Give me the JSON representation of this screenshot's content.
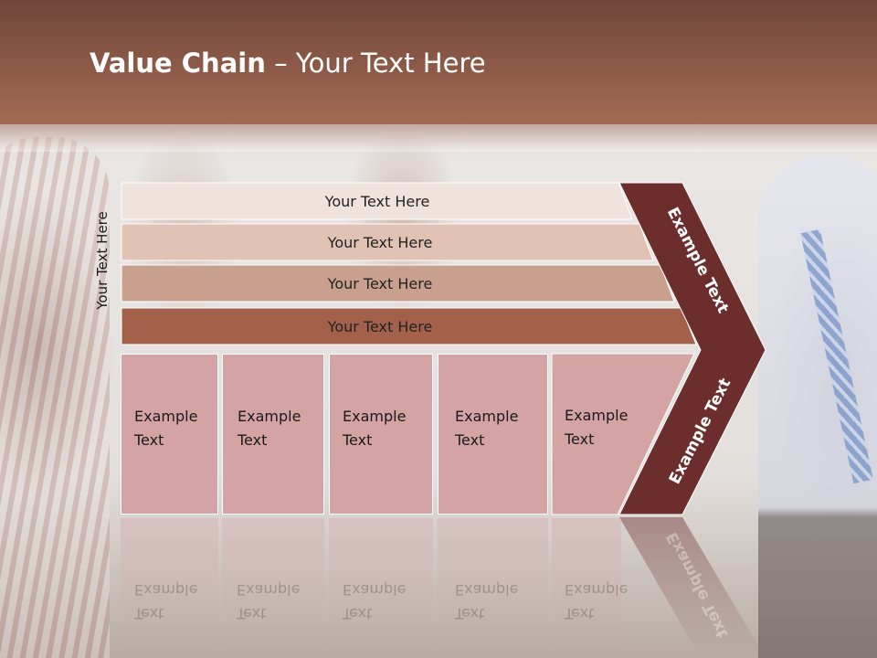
{
  "slide": {
    "title_bold": "Value Chain",
    "title_rest": " – Your Text Here",
    "vertical_label": "Your Text Here",
    "tiers": [
      {
        "label": "Your Text Here",
        "color": "#f0e3dd"
      },
      {
        "label": "Your Text Here",
        "color": "#e2c2b4"
      },
      {
        "label": "Your Text Here",
        "color": "#c9a08d"
      },
      {
        "label": "Your Text Here",
        "color": "#a3614b"
      }
    ],
    "boxes": [
      {
        "line1": "Example",
        "line2": "Text"
      },
      {
        "line1": "Example",
        "line2": "Text"
      },
      {
        "line1": "Example",
        "line2": "Text"
      },
      {
        "line1": "Example",
        "line2": "Text"
      },
      {
        "line1": "Example",
        "line2": "Text"
      }
    ],
    "arrow_upper_label": "Example Text",
    "arrow_lower_label": "Example Text",
    "colors": {
      "header": "#8d5a48",
      "arrow": "#6b2e2c",
      "box": "#d4a3a3"
    }
  }
}
